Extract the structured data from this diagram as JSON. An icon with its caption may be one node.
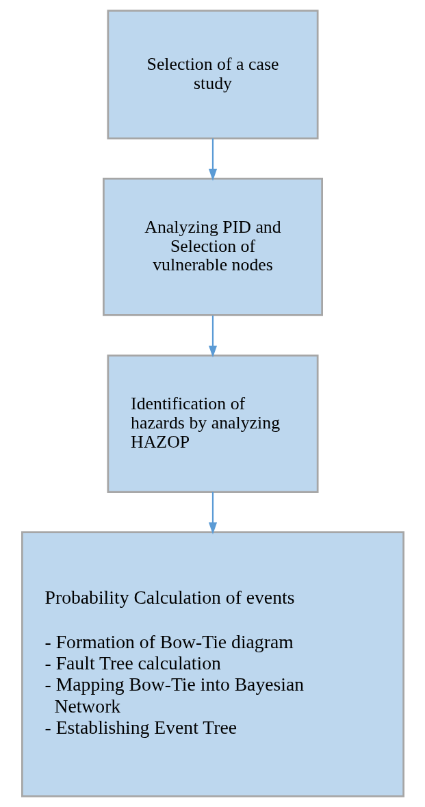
{
  "diagram": {
    "nodes": [
      {
        "text": [
          "Selection of a case study"
        ]
      },
      {
        "text": [
          "Analyzing PID and Selection of vulnerable nodes"
        ]
      },
      {
        "text": [
          "Identification of hazards by analyzing HAZOP"
        ]
      },
      {
        "text": [
          "Probability Calculation of events",
          "- Formation of Bow-Tie diagram",
          "- Fault Tree calculation",
          "- Mapping Bow-Tie into Bayesian Network",
          "- Establishing Event Tree"
        ]
      }
    ],
    "edges": [
      {
        "from": 0,
        "to": 1,
        "arrow": "to"
      },
      {
        "from": 1,
        "to": 2,
        "arrow": "to"
      },
      {
        "from": 2,
        "to": 3,
        "arrow": "to"
      }
    ]
  }
}
